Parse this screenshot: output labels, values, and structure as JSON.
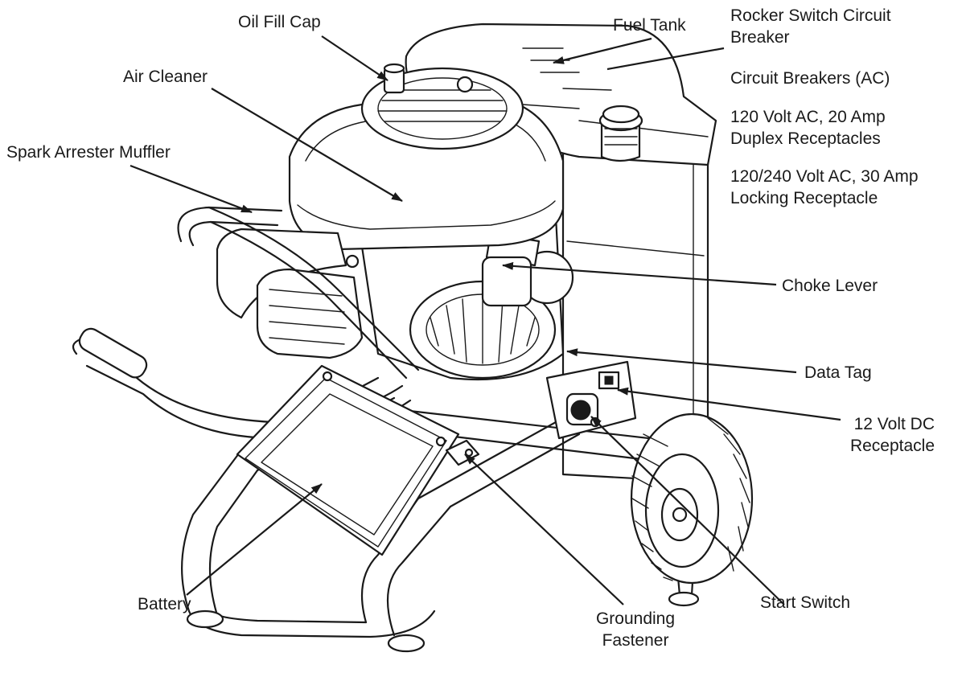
{
  "labels": {
    "oil_fill_cap": "Oil Fill Cap",
    "fuel_tank": "Fuel Tank",
    "rocker_switch_breaker": [
      "Rocker Switch Circuit",
      "Breaker"
    ],
    "air_cleaner": "Air Cleaner",
    "circuit_breakers_ac": "Circuit Breakers (AC)",
    "duplex_receptacles": [
      "120 Volt AC, 20 Amp",
      "Duplex Receptacles"
    ],
    "spark_arrester_muffler": "Spark Arrester Muffler",
    "locking_receptacle": [
      "120/240 Volt AC, 30 Amp",
      "Locking Receptacle"
    ],
    "choke_lever": "Choke Lever",
    "data_tag": "Data Tag",
    "dc_receptacle": [
      "12 Volt DC",
      "Receptacle"
    ],
    "start_switch": "Start Switch",
    "battery": "Battery",
    "grounding_fastener": [
      "Grounding",
      "Fastener"
    ]
  }
}
